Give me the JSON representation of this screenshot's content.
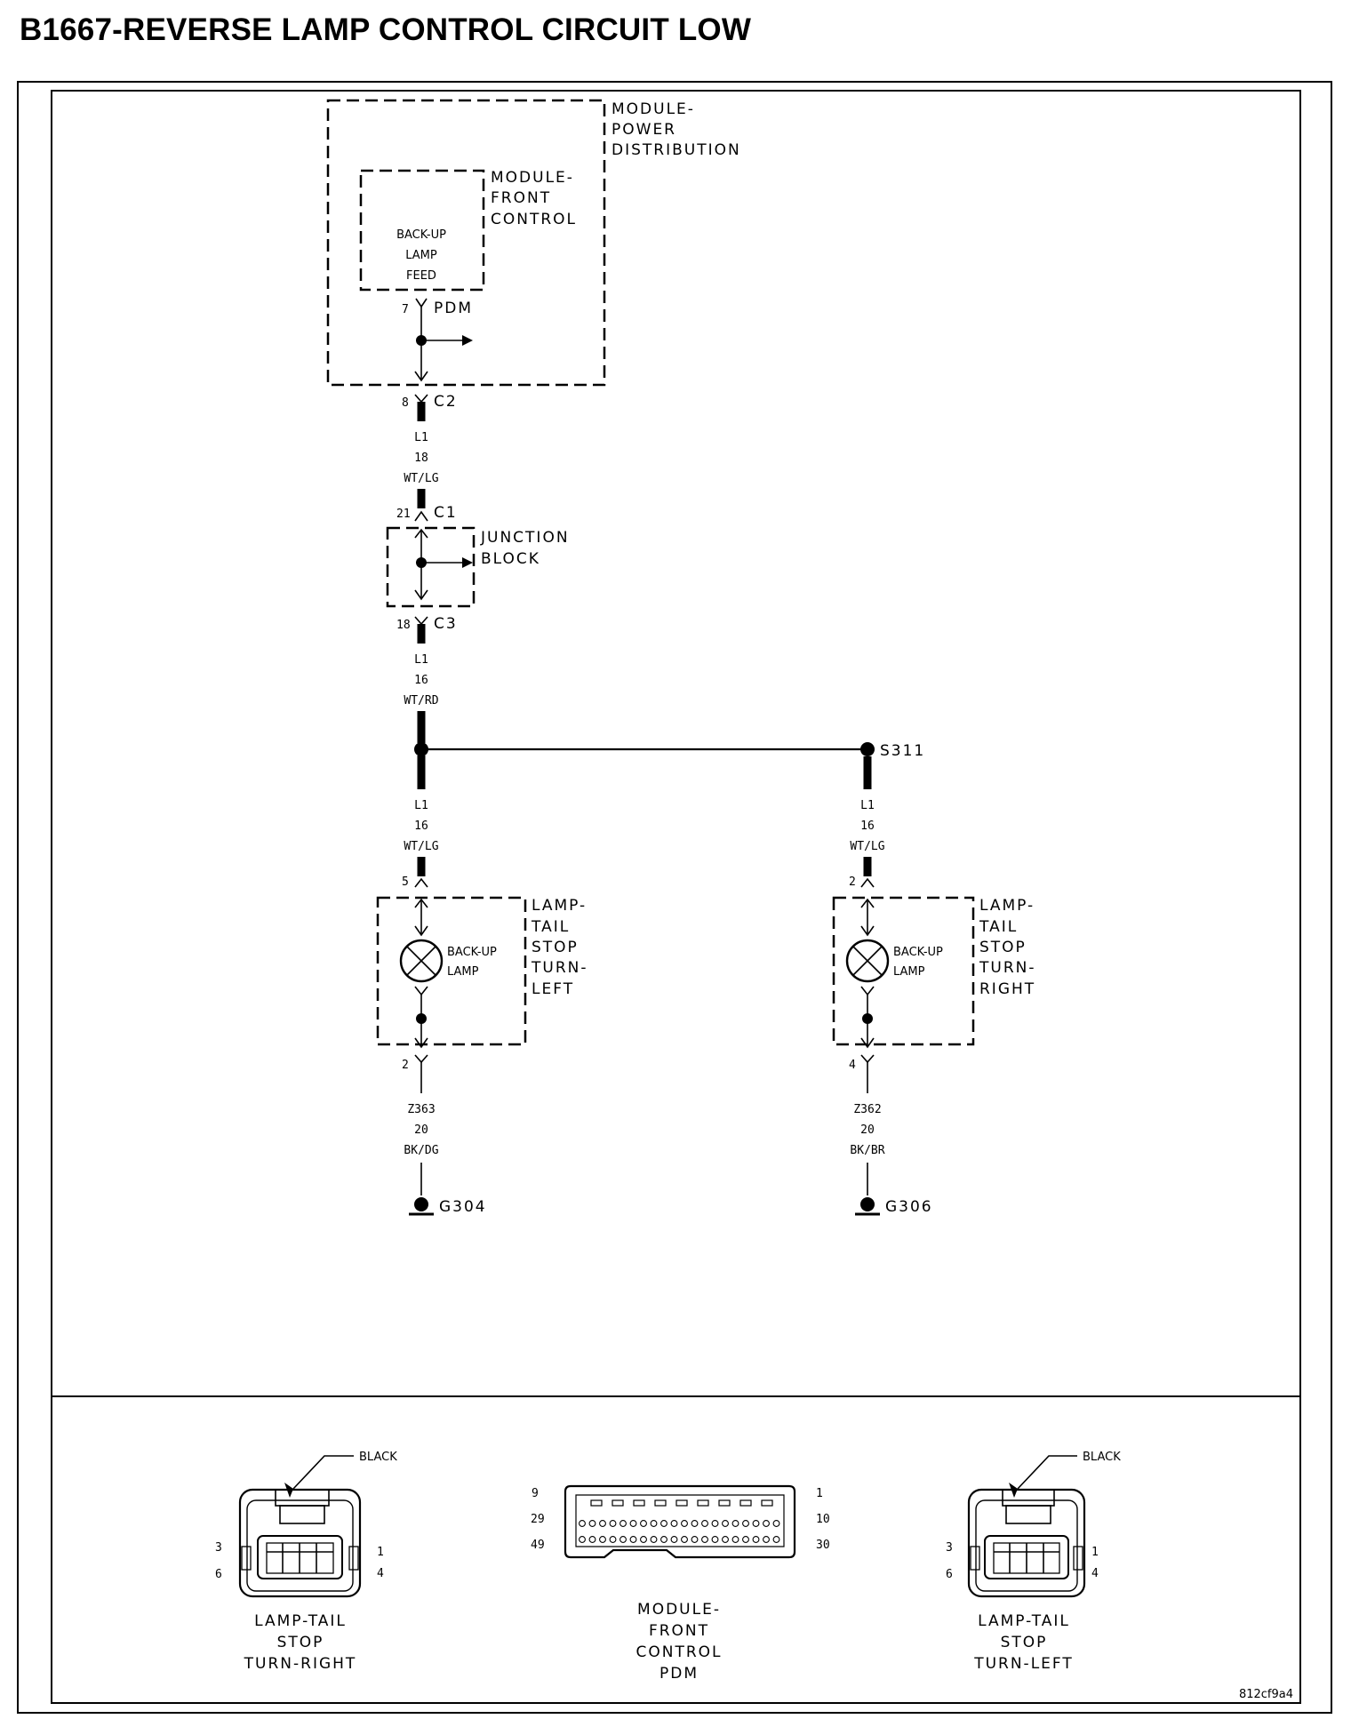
{
  "title": "B1667-REVERSE LAMP CONTROL CIRCUIT LOW",
  "components": {
    "module_pd": [
      "MODULE-",
      "POWER",
      "DISTRIBUTION"
    ],
    "module_fc": [
      "MODULE-",
      "FRONT",
      "CONTROL"
    ],
    "backup_feed": [
      "BACK-UP",
      "LAMP",
      "FEED"
    ],
    "junction_block": [
      "JUNCTION",
      "BLOCK"
    ],
    "lamp_left": [
      "LAMP-",
      "TAIL",
      "STOP",
      "TURN-",
      "LEFT"
    ],
    "lamp_right": [
      "LAMP-",
      "TAIL",
      "STOP",
      "TURN-",
      "RIGHT"
    ],
    "backup_lamp": [
      "BACK-UP",
      "LAMP"
    ]
  },
  "connectors": {
    "pdm_pin": "7",
    "pdm": "PDM",
    "c2_pin": "8",
    "c2": "C2",
    "c1_pin": "21",
    "c1": "C1",
    "c3_pin": "18",
    "c3": "C3",
    "left_in_pin": "5",
    "left_out_pin": "2",
    "right_in_pin": "2",
    "right_out_pin": "4"
  },
  "wires": {
    "w1": [
      "L1",
      "18",
      "WT/LG"
    ],
    "w2": [
      "L1",
      "16",
      "WT/RD"
    ],
    "w3": [
      "L1",
      "16",
      "WT/LG"
    ],
    "w4": [
      "L1",
      "16",
      "WT/LG"
    ],
    "w5": [
      "Z363",
      "20",
      "BK/DG"
    ],
    "w6": [
      "Z362",
      "20",
      "BK/BR"
    ]
  },
  "splice": "S311",
  "grounds": {
    "left": "G304",
    "right": "G306"
  },
  "connector_views": {
    "black": "BLACK",
    "left_pins": [
      "3",
      "6",
      "1",
      "4"
    ],
    "right_pins": [
      "3",
      "6",
      "1",
      "4"
    ],
    "pdm_pins": [
      "9",
      "29",
      "49",
      "1",
      "10",
      "30"
    ],
    "left_caption": [
      "LAMP-TAIL",
      "STOP",
      "TURN-RIGHT"
    ],
    "center_caption": [
      "MODULE-",
      "FRONT",
      "CONTROL",
      "PDM"
    ],
    "right_caption": [
      "LAMP-TAIL",
      "STOP",
      "TURN-LEFT"
    ]
  },
  "diagram_code": "812cf9a4"
}
